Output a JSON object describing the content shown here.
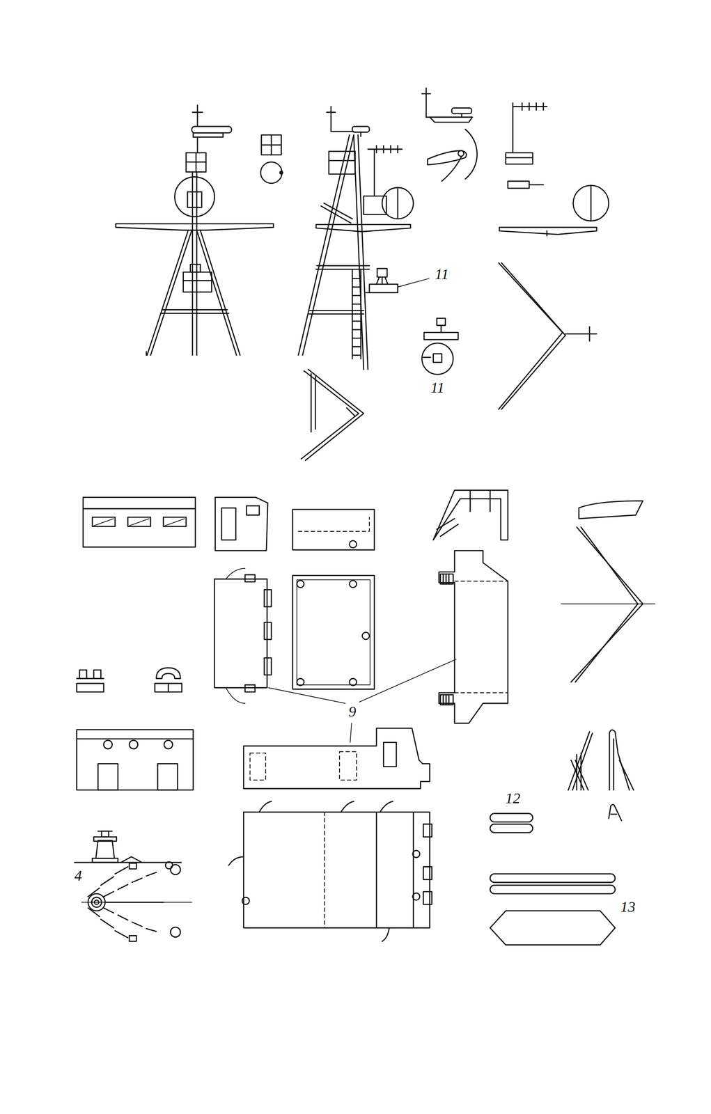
{
  "diagram": {
    "labels": [
      "11",
      "11",
      "9",
      "4",
      "12",
      "13"
    ]
  }
}
